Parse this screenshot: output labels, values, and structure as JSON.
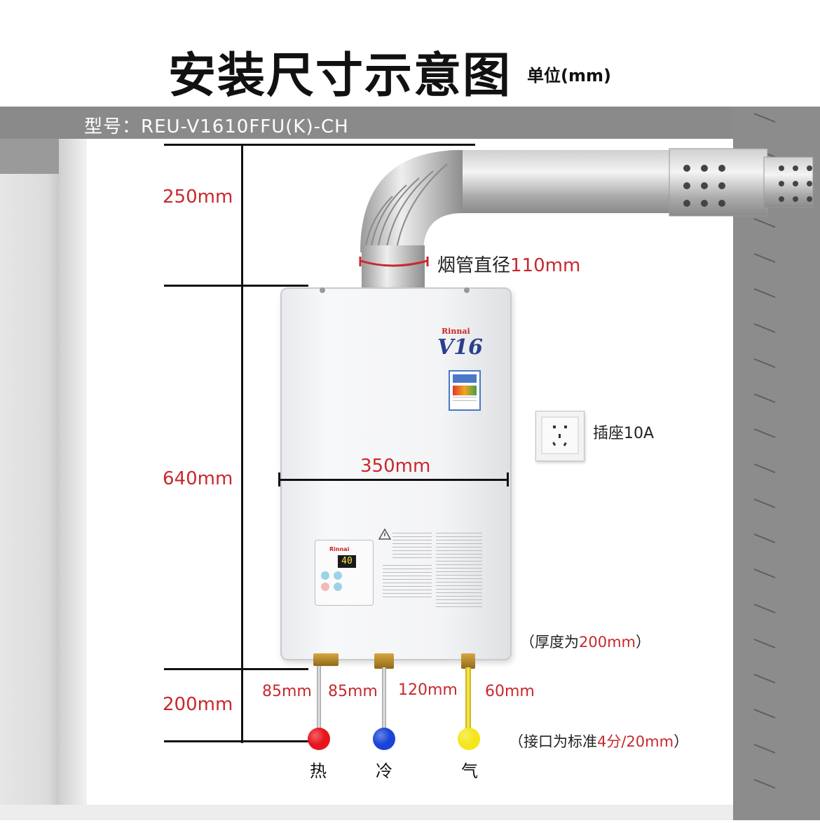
{
  "header": {
    "title": "安装尺寸示意图",
    "unit": "单位(mm)"
  },
  "model": "型号：REU-V1610FFU(K)-CH",
  "dimensions": {
    "top_clearance": "250mm",
    "height": "640mm",
    "bottom_clearance": "200mm",
    "width": "350mm",
    "hot_spacing": "85mm",
    "cold_spacing": "85mm",
    "gas_spacing": "120mm",
    "gas_side": "60mm"
  },
  "flue": {
    "label": "烟管直径",
    "value": "110mm"
  },
  "socket": {
    "label": "插座10A"
  },
  "thickness": {
    "prefix": "（厚度为",
    "value": "200mm",
    "suffix": "）"
  },
  "connector": {
    "prefix": "（接口为标准",
    "value": "4分/20mm",
    "suffix": "）"
  },
  "connections": [
    {
      "label": "热",
      "color": "#e8141c"
    },
    {
      "label": "冷",
      "color": "#1a44d8"
    },
    {
      "label": "气",
      "color": "#f5e61a"
    }
  ],
  "device": {
    "brand": "Rinnai",
    "model_badge": "V16",
    "display": "40"
  },
  "colors": {
    "accent": "#c8282e"
  }
}
